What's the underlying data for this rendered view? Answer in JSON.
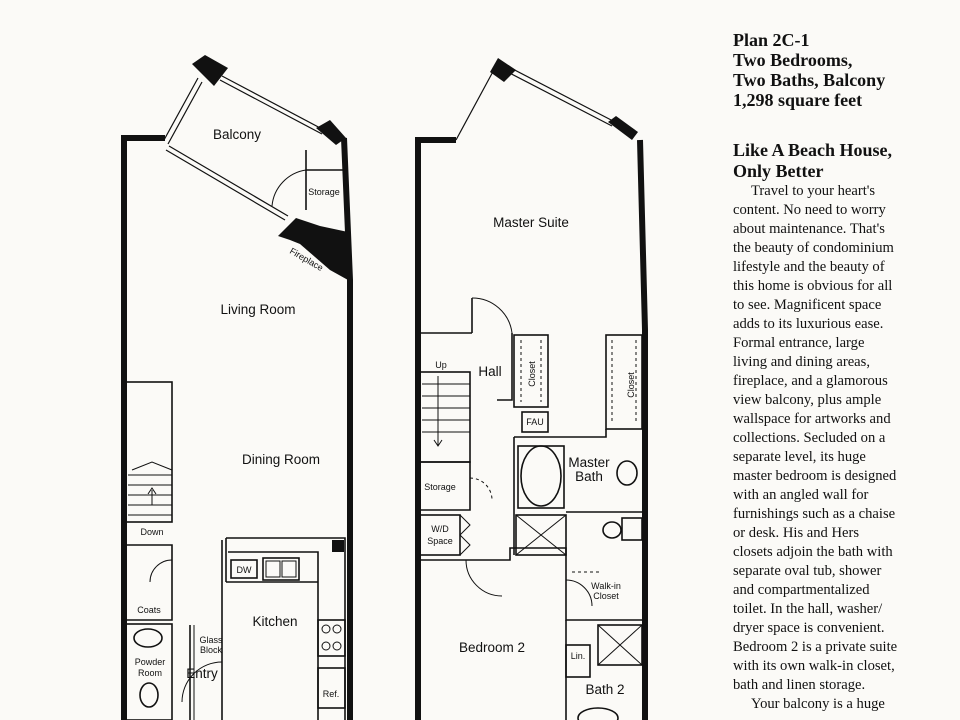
{
  "plan": {
    "lower_level": {
      "rooms": {
        "balcony": "Balcony",
        "storage": "Storage",
        "fireplace": "Fireplace",
        "living_room": "Living Room",
        "dining_room": "Dining Room",
        "down": "Down",
        "coats": "Coats",
        "kitchen": "Kitchen",
        "dw": "DW",
        "glass_block_1": "Glass",
        "glass_block_2": "Block",
        "powder_room_1": "Powder",
        "powder_room_2": "Room",
        "entry": "Entry",
        "ref": "Ref."
      }
    },
    "upper_level": {
      "rooms": {
        "master_suite": "Master Suite",
        "up": "Up",
        "hall": "Hall",
        "closet_left": "Closet",
        "closet_right": "Closet",
        "fau": "FAU",
        "master_bath_1": "Master",
        "master_bath_2": "Bath",
        "storage": "Storage",
        "wd_1": "W/D",
        "wd_2": "Space",
        "walkin_1": "Walk-in",
        "walkin_2": "Closet",
        "bedroom_2": "Bedroom 2",
        "lin": "Lin.",
        "bath_2": "Bath 2"
      }
    }
  },
  "description": {
    "heading": [
      "Plan 2C-1",
      "Two Bedrooms,",
      "Two Baths, Balcony",
      "1,298 square feet"
    ],
    "subheading": [
      "Like A Beach House,",
      "Only Better"
    ],
    "body_lines": [
      "Travel to your heart's",
      "content.  No need to worry",
      "about maintenance.  That's",
      "the beauty of condominium",
      "lifestyle and the beauty of",
      "this home is obvious for all",
      "to see.  Magnificent space",
      "adds to its luxurious ease.",
      "Formal entrance, large",
      "living  and dining areas,",
      "fireplace, and a glamorous",
      "view balcony, plus ample",
      "wallspace for artworks and",
      "collections.  Secluded on a",
      "separate level, its huge",
      "master bedroom is designed",
      "with an angled wall for",
      "furnishings such as a chaise",
      "or desk.  His and Hers",
      "closets adjoin the bath with",
      "separate oval tub, shower",
      "and compartmentalized",
      "toilet.  In the hall, washer/",
      "dryer space is convenient.",
      "Bedroom 2 is a private suite",
      "with its own walk-in closet,",
      "bath and linen storage.",
      "Your balcony is a huge"
    ]
  }
}
